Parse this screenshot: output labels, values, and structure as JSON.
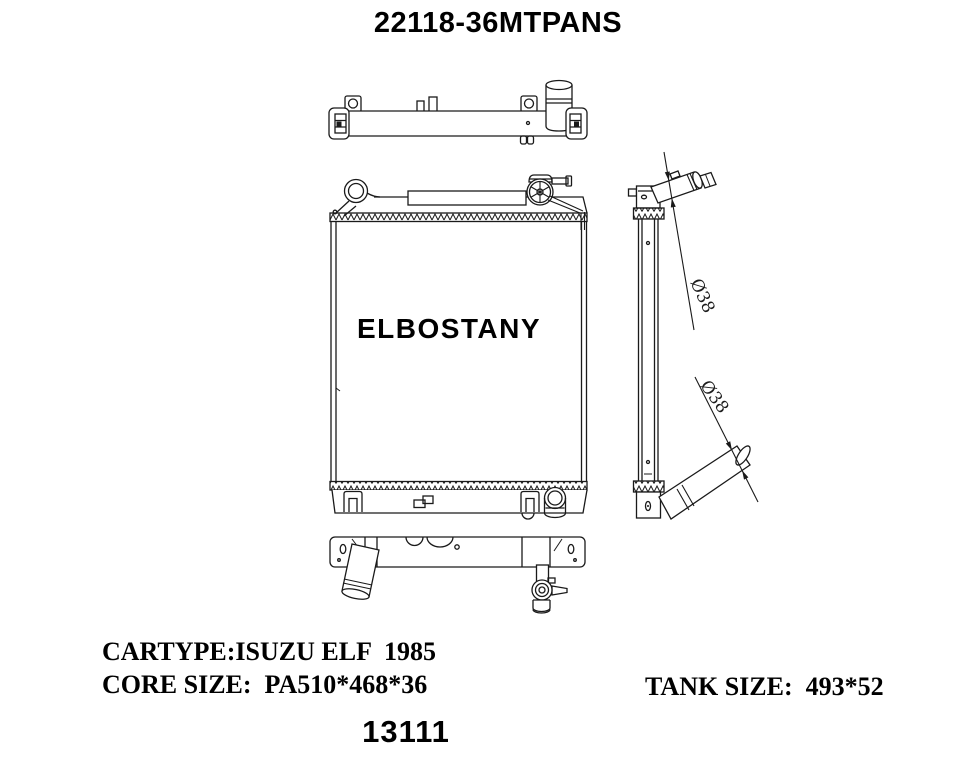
{
  "title": "22118-36MTPANS",
  "drawing": {
    "watermark": "ELBOSTANY",
    "dim_upper_pipe": "Ø38",
    "dim_lower_pipe": "Ø38"
  },
  "specs": {
    "cartype": "CARTYPE:ISUZU ELF  1985",
    "core_size": "CORE SIZE:  PA510*468*36",
    "tank_size": "TANK SIZE:  493*52"
  },
  "footer_number": "13111",
  "colors": {
    "line": "#1a1a1a",
    "background": "#ffffff",
    "text": "#000000"
  }
}
